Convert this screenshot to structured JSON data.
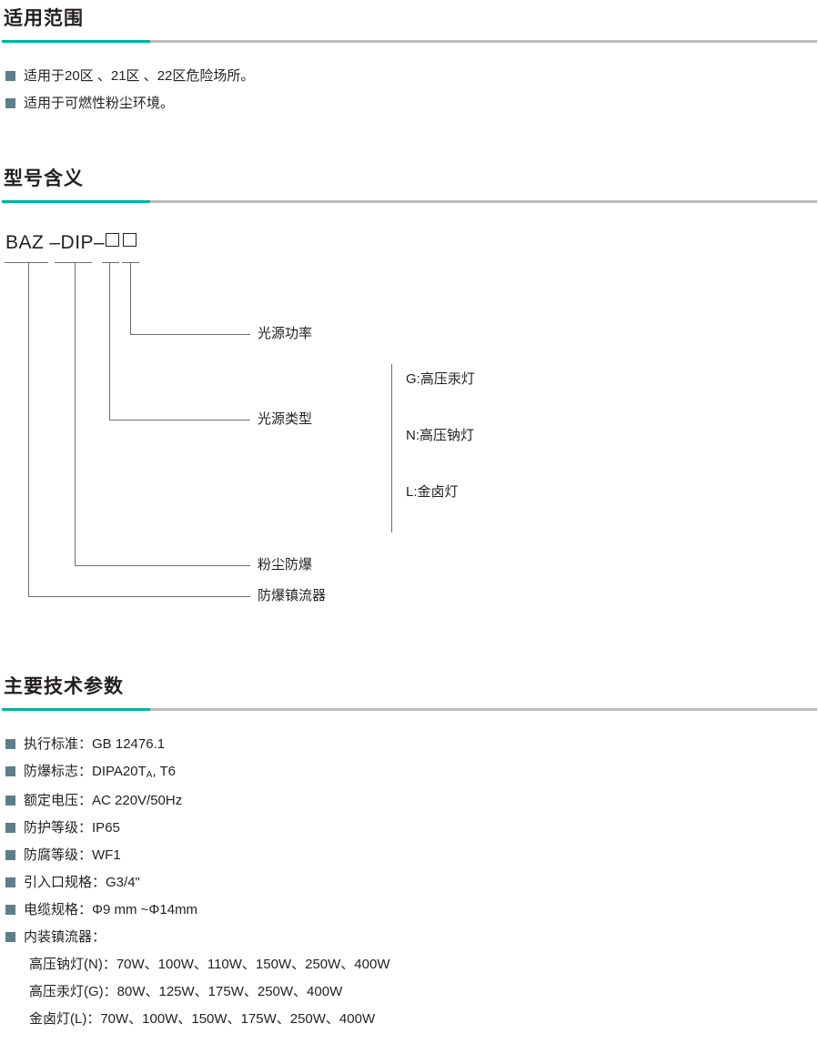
{
  "sections": {
    "scope": {
      "title": "适用范围",
      "accent_color": "#00b3a4",
      "rule_color": "#b9bbbd",
      "bullets": [
        "适用于20区 、21区 、22区危险场所。",
        "适用于可燃性粉尘环境。"
      ]
    },
    "model": {
      "title": "型号含义",
      "code": {
        "part1": "BAZ",
        "part2": "–DIP–",
        "box1": "□",
        "box2": "□"
      },
      "callouts": [
        {
          "id": "power",
          "label": "光源功率"
        },
        {
          "id": "lamp-type",
          "label": "光源类型"
        },
        {
          "id": "dust-proof",
          "label": "粉尘防爆"
        },
        {
          "id": "ballast",
          "label": "防爆镇流器"
        }
      ],
      "lamp_types": [
        "G:高压汞灯",
        "N:高压钠灯",
        "L:金卤灯"
      ]
    },
    "specs": {
      "title": "主要技术参数",
      "bullets": [
        {
          "label": "执行标准：",
          "value": "GB 12476.1"
        },
        {
          "label": "防爆标志：",
          "value": "DIPA20TA, T6",
          "value_main": "DIPA20T",
          "value_sub": "A",
          "value_tail": ", T6"
        },
        {
          "label": "额定电压：",
          "value": "AC 220V/50Hz"
        },
        {
          "label": "防护等级：",
          "value": "IP65"
        },
        {
          "label": "防腐等级：",
          "value": "WF1"
        },
        {
          "label": "引入口规格：",
          "value": "G3/4\""
        },
        {
          "label": "电缆规格：",
          "value": "Φ9 mm ~Φ14mm"
        },
        {
          "label": "内装镇流器：",
          "value": ""
        }
      ],
      "ballast_lines": [
        "高压钠灯(N)：70W、100W、110W、150W、250W、400W",
        "高压汞灯(G)：80W、125W、175W、250W、400W",
        "金卤灯(L)：70W、100W、150W、175W、250W、400W"
      ]
    }
  }
}
